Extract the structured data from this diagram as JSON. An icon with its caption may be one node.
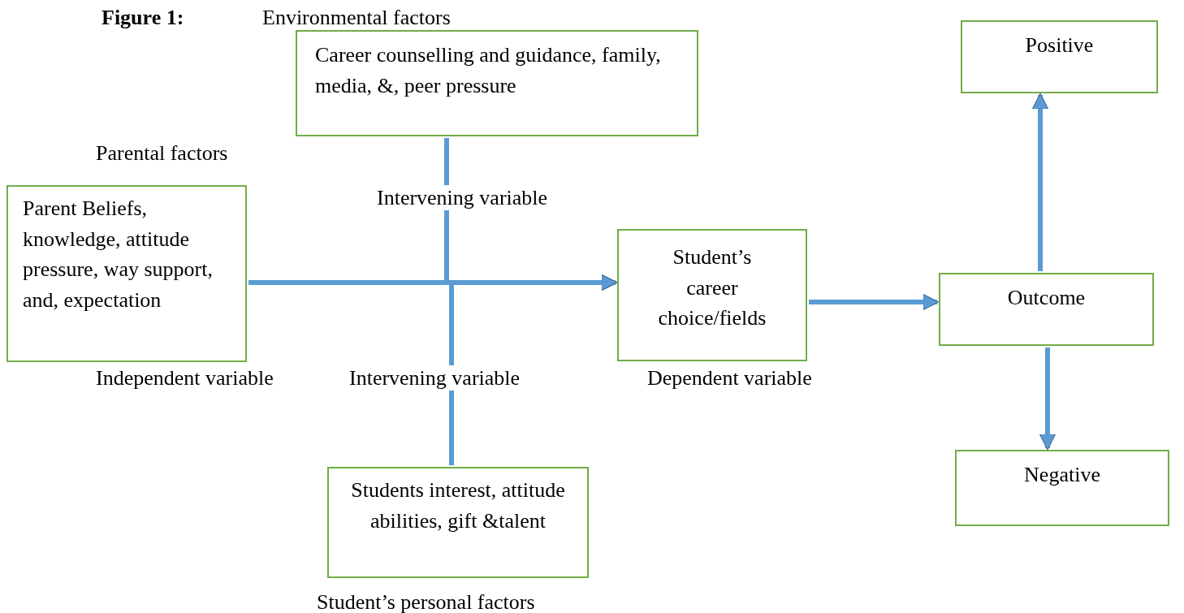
{
  "diagram": {
    "title": "Figure 1:",
    "nodes": [
      {
        "text": [
          "Career counselling and guidance, family, media, &, peer pressure"
        ],
        "beside": [
          "Environmental factors"
        ]
      },
      {
        "text": [
          "Parent Beliefs, knowledge, attitude pressure, way support, and, expectation"
        ],
        "beside": [
          "Parental factors",
          "Independent variable"
        ]
      },
      {
        "text": [
          "Student’s career choice/fields"
        ],
        "beside": [
          "Dependent variable"
        ]
      },
      {
        "text": [
          "Students interest, attitude abilities, gift &talent"
        ],
        "beside": [
          "Student’s personal factors"
        ]
      },
      {
        "text": [
          "Positive"
        ]
      },
      {
        "text": [
          "Outcome"
        ]
      },
      {
        "text": [
          "Negative"
        ]
      }
    ],
    "edges": [
      {
        "from": 1,
        "to": 2,
        "arrow": "to"
      },
      {
        "from": 0,
        "to": 2,
        "arrow": "to",
        "label": "Intervening variable"
      },
      {
        "from": 3,
        "to": 2,
        "arrow": "to",
        "label": "Intervening variable"
      },
      {
        "from": 2,
        "to": 5,
        "arrow": "to"
      },
      {
        "from": 5,
        "to": 4,
        "arrow": "to"
      },
      {
        "from": 5,
        "to": 6,
        "arrow": "to"
      }
    ]
  }
}
